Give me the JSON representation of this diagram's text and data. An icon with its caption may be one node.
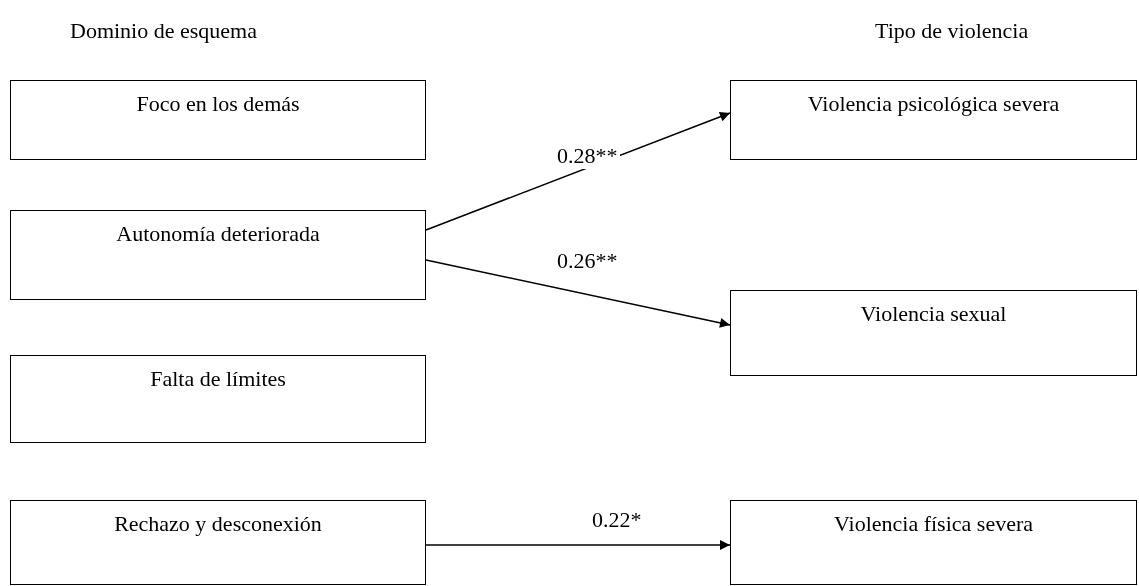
{
  "diagram": {
    "nodes": [
      {
        "text": [
          "Foco en los demás"
        ]
      },
      {
        "text": [
          "Autonomía deteriorada"
        ]
      },
      {
        "text": [
          "Falta de límites"
        ]
      },
      {
        "text": [
          "Rechazo y desconexión"
        ]
      },
      {
        "text": [
          "Violencia psicológica severa"
        ]
      },
      {
        "text": [
          "Violencia sexual"
        ]
      },
      {
        "text": [
          "Violencia física severa"
        ]
      }
    ],
    "edges": [
      {
        "from": 1,
        "to": 4,
        "arrow": "to",
        "label": "0.28**"
      },
      {
        "from": 1,
        "to": 5,
        "arrow": "to",
        "label": "0.26**"
      },
      {
        "from": 3,
        "to": 6,
        "arrow": "to",
        "label": "0.22*"
      }
    ],
    "labels": [
      "Dominio de esquema",
      "Tipo de violencia"
    ]
  }
}
